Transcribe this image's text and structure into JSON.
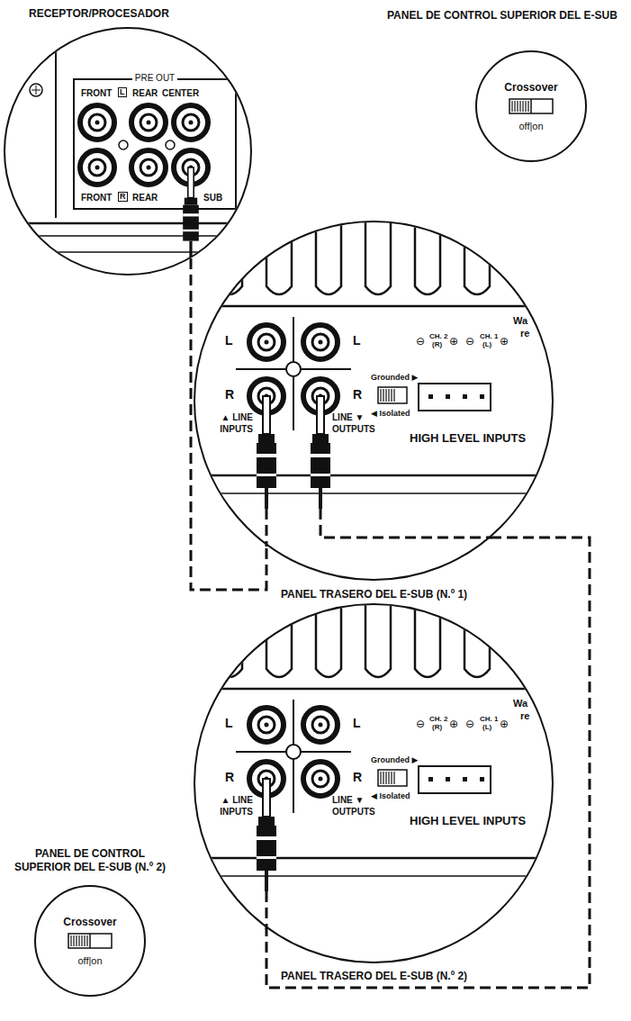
{
  "diagram": {
    "nodes": [
      {
        "text": [
          "RECEPTOR/PROCESADOR"
        ]
      },
      {
        "text": [
          "PANEL DE CONTROL SUPERIOR DEL E-SUB",
          "Crossover",
          "off|on"
        ]
      },
      {
        "text": [
          "PANEL TRASERO DEL E-SUB (N.º 1)"
        ]
      },
      {
        "text": [
          "PANEL TRASERO DEL E-SUB (N.º 2)"
        ]
      },
      {
        "text": [
          "PANEL DE CONTROL SUPERIOR DEL E-SUB (N.º 2)",
          "Crossover",
          "off|on"
        ]
      }
    ],
    "edges": [
      {
        "from": 0,
        "to": 2,
        "arrow": "none"
      },
      {
        "from": 2,
        "to": 3,
        "arrow": "none"
      }
    ],
    "labels": [
      "PRE OUT",
      "FRONT",
      "L",
      "REAR",
      "CENTER",
      "FRONT",
      "R",
      "REAR",
      "SUB",
      "L",
      "L",
      "R",
      "R",
      "▲ LINE",
      "INPUTS",
      "LINE ▼",
      "OUTPUTS",
      "Grounded ▶",
      "◀ Isolated",
      "HIGH LEVEL INPUTS",
      "⊖",
      "CH. 2",
      "(R)",
      "⊕",
      "⊖",
      "CH. 1",
      "(L)",
      "⊕",
      "Wa",
      "re",
      "L",
      "L",
      "R",
      "R",
      "▲ LINE",
      "INPUTS",
      "LINE ▼",
      "OUTPUTS",
      "Grounded ▶",
      "◀ Isolated",
      "HIGH LEVEL INPUTS",
      "⊖",
      "CH. 2",
      "(R)",
      "⊕",
      "⊖",
      "CH. 1",
      "(L)",
      "⊕",
      "Wa",
      "re"
    ]
  }
}
